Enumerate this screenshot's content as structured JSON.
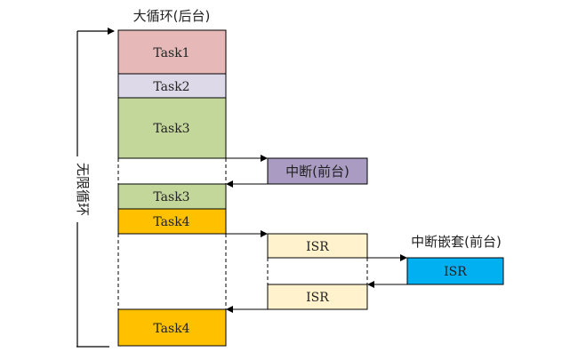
{
  "title": "大循环(后台)",
  "loop_label": "无限循环",
  "nested_label": "中断嵌套(前台)",
  "colors": {
    "task1": "#E6B9B8",
    "task2": "#DDD9E8",
    "task3": "#C4D79B",
    "task4": "#FFC000",
    "interrupt": "#A99BC2",
    "isr": "#FFF2CC",
    "nested_isr": "#00B0F0"
  },
  "blocks": {
    "task1": "Task1",
    "task2": "Task2",
    "task3a": "Task3",
    "task3b": "Task3",
    "task4a": "Task4",
    "task4b": "Task4",
    "interrupt": "中断(前台)",
    "isr1": "ISR",
    "isr2": "ISR",
    "nested_isr": "ISR"
  }
}
